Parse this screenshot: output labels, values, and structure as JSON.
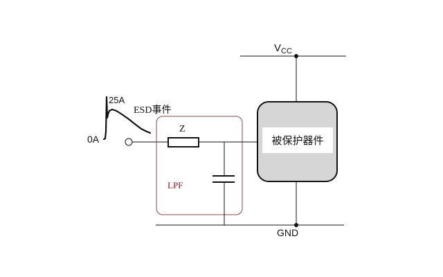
{
  "diagram": {
    "title": "ESD protection with LPF",
    "supply": {
      "label_main": "V",
      "label_sub": "CC"
    },
    "ground": {
      "label": "GND"
    },
    "esd_pulse": {
      "peak_label": "25A",
      "base_label": "0A",
      "event_label": "ESD事件"
    },
    "filter": {
      "label": "LPF",
      "impedance_label": "Z"
    },
    "device": {
      "label": "被保护器件"
    },
    "colors": {
      "wire": "#111111",
      "lpf_border": "#8b4a4a",
      "lpf_text": "#8b1a1a",
      "device_fill": "#d6d6d6",
      "device_label_bg": "#ffffff"
    }
  }
}
